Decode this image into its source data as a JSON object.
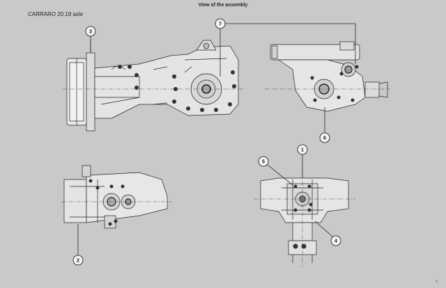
{
  "page": {
    "title": "View of the assembly",
    "subtitle": "CARRARO 20.19 axle",
    "page_number": "1"
  },
  "callouts": [
    {
      "id": "callout-3",
      "label": "3"
    },
    {
      "id": "callout-7",
      "label": "7"
    },
    {
      "id": "callout-6",
      "label": "6"
    },
    {
      "id": "callout-1",
      "label": "1"
    },
    {
      "id": "callout-5",
      "label": "5"
    },
    {
      "id": "callout-2",
      "label": "2"
    },
    {
      "id": "callout-4",
      "label": "4"
    }
  ]
}
